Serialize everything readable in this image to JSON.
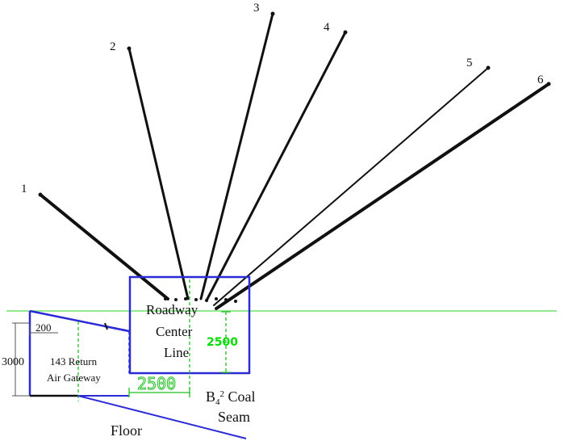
{
  "colors": {
    "borehole": "#111111",
    "roadway_outline": "#2b2bd6",
    "center_line": "#6fe46f",
    "dimension_green": "#22c022",
    "dimension_label_green": "#00dd00",
    "text": "#111111"
  },
  "boreholes": [
    {
      "label": "1"
    },
    {
      "label": "2"
    },
    {
      "label": "3"
    },
    {
      "label": "4"
    },
    {
      "label": "5"
    },
    {
      "label": "6"
    }
  ],
  "labels": {
    "roadway_line1": "Roadway",
    "roadway_line2": "Center",
    "roadway_line3": "Line",
    "gateway_line1": "143 Return",
    "gateway_line2": "Air Gateway",
    "coal_seam_prefix": "B",
    "coal_seam_sub": "4",
    "coal_seam_sup": "2",
    "coal_seam_word": " Coal",
    "coal_seam_line2": "Seam",
    "floor": "Floor",
    "dim_height_left": "3000",
    "dim_offset": "200",
    "dim_width_bottom": "2500",
    "dim_height_right": "2500"
  }
}
